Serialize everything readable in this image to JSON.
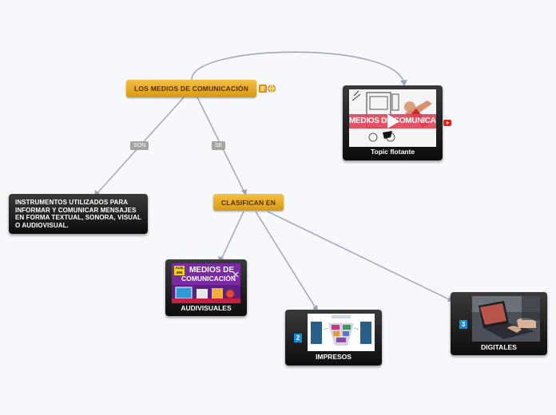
{
  "diagram": {
    "root": {
      "label": "LOS MEDIOS DE COMUNICACIÓN",
      "icons": [
        "note-icon",
        "globe-link-icon"
      ]
    },
    "floating_topic": {
      "caption": "Topic flotante",
      "image_text": "MEDIOS DE COMUNICACION",
      "icon": "youtube-icon"
    },
    "edges": [
      {
        "label": "SON"
      },
      {
        "label": "SE"
      }
    ],
    "definition": {
      "text": "INSTRUMENTOS UTILIZADOS PARA INFORMAR Y COMUNICAR MENSAJES EN FORMA TEXTUAL, SONORA, VISUAL O AUDIOVISUAL."
    },
    "classify": {
      "label": "CLASIFICAN EN"
    },
    "audiovisuales": {
      "caption": "AUDIVISUALES",
      "image_title_1": "MEDIOS DE",
      "image_title_2": "COMUNICACIÓN",
      "tag": "Aula 365"
    },
    "impresos": {
      "caption": "IMPRESOS",
      "badge": "2"
    },
    "digitales": {
      "caption": "DIGITALES",
      "badge": "3"
    }
  },
  "colors": {
    "gold": "#e8ab22",
    "dark_node": "#1a1a1a",
    "connector": "#9aa3b5",
    "label_bg": "#a3a3a3",
    "badge_blue": "#1b8bd6"
  }
}
